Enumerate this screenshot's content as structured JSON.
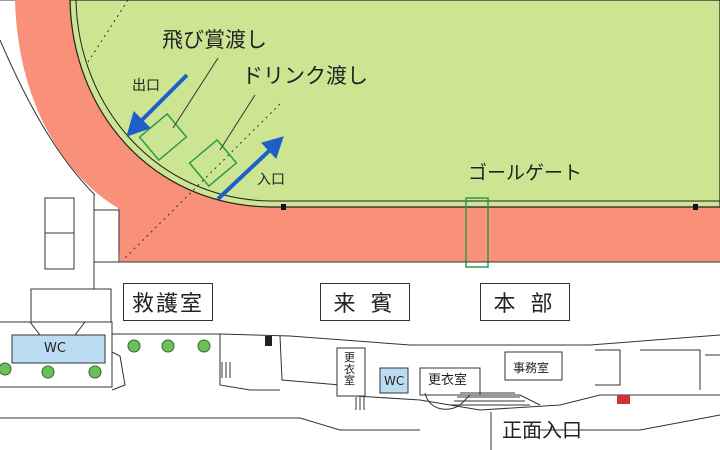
{
  "colors": {
    "track": "#f8907a",
    "field": "#cce592",
    "arrow": "#1e5fc8",
    "wc": "#bcdcf4",
    "zone": "#2f9a4a"
  },
  "field_labels": {
    "prize_handover": "飛び賞渡し",
    "drink_handover": "ドリンク渡し",
    "exit": "出口",
    "entrance": "入口",
    "goal_gate": "ゴールゲート"
  },
  "rooms": {
    "first_aid": "救護室",
    "guests": "来 賓",
    "headquarters": "本 部",
    "wc_left": "WC",
    "wc_center": "WC",
    "changing_room_1": "更衣室",
    "changing_room_2": "更衣室",
    "office": "事務室",
    "main_entrance": "正面入口"
  }
}
